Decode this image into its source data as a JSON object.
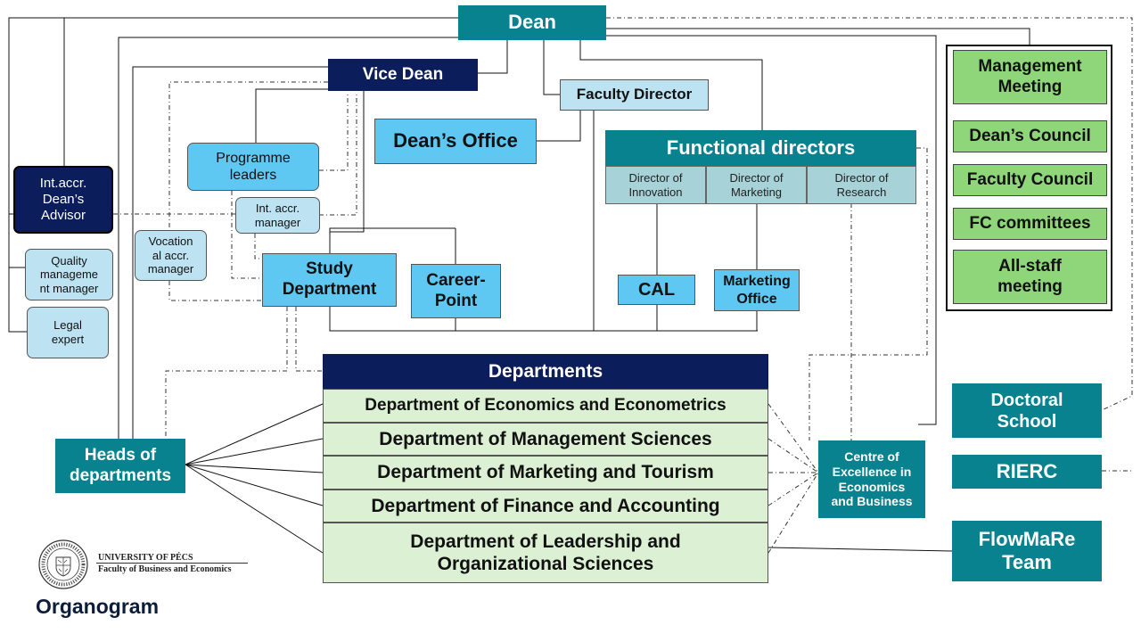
{
  "dean": "Dean",
  "vice_dean": "Vice Dean",
  "faculty_director": "Faculty Director",
  "deans_office": "Dean’s Office",
  "functional_directors": {
    "title": "Functional directors",
    "items": [
      "Director of\nInnovation",
      "Director of\nMarketing",
      "Director of\nResearch"
    ]
  },
  "cal": "CAL",
  "marketing_office": "Marketing\nOffice",
  "programme_leaders": "Programme\nleaders",
  "int_accr_manager": "Int. accr.\nmanager",
  "int_accr_advisor": "Int.accr.\nDean’s\nAdvisor",
  "vocational_manager": "Vocation\nal accr.\nmanager",
  "quality_manager": "Quality\nmanageme\nnt manager",
  "legal_expert": "Legal\nexpert",
  "study_department": "Study\nDepartment",
  "career_point": "Career-\nPoint",
  "governance": [
    "Management\nMeeting",
    "Dean’s Council",
    "Faculty Council",
    "FC committees",
    "All-staff\nmeeting"
  ],
  "departments": {
    "title": "Departments",
    "items": [
      "Department of Economics and Econometrics",
      "Department of Management Sciences",
      "Department of Marketing and Tourism",
      "Department of Finance and Accounting",
      "Department of Leadership and\nOrganizational Sciences"
    ]
  },
  "heads_of_departments": "Heads of\ndepartments",
  "centre_of_excellence": "Centre of\nExcellence in\nEconomics\nand Business",
  "doctoral_school": "Doctoral\nSchool",
  "rierc": "RIERC",
  "flowmare": "FlowMaRe\nTeam",
  "logo": {
    "university": "UNIVERSITY OF PÉCS",
    "faculty": "Faculty of Business and Economics",
    "seal_text": "UNIVERSITAS QUINQUEECCLESIENSIS"
  },
  "caption": "Organogram"
}
